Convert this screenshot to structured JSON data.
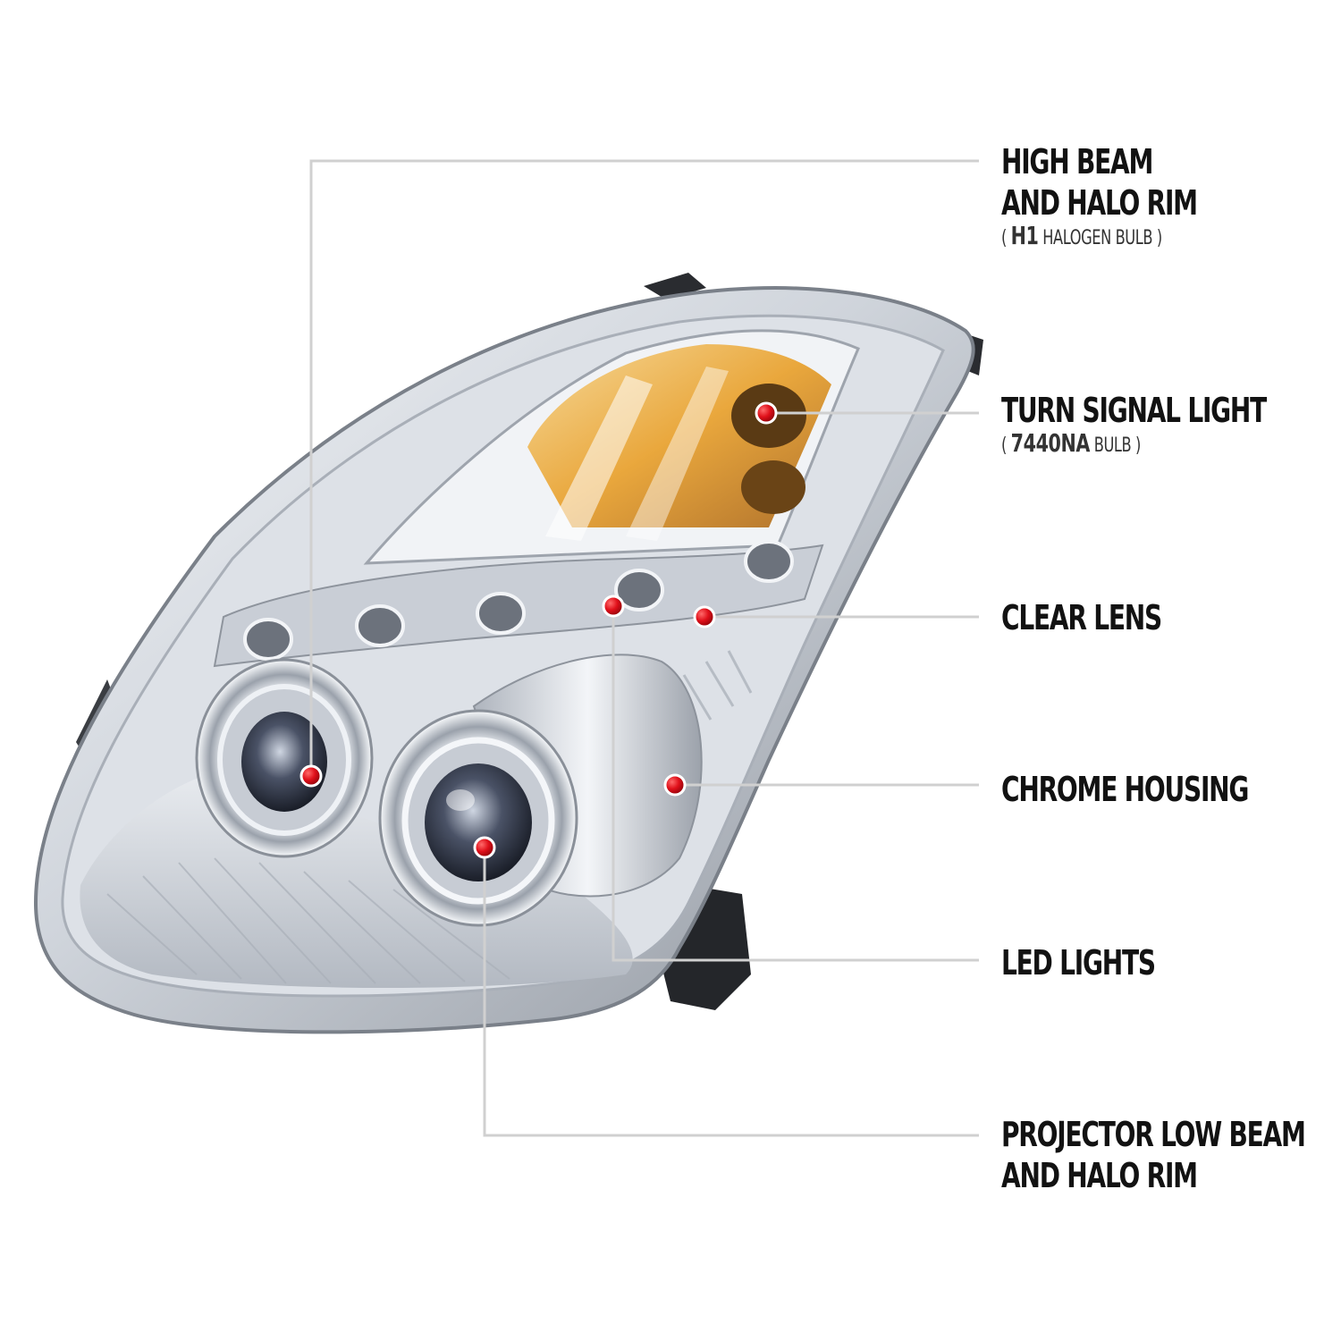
{
  "callouts": {
    "high_beam": {
      "lines": [
        "HIGH BEAM",
        "AND HALO RIM"
      ],
      "sub_open": "( ",
      "sub_code": "H1",
      "sub_text": " HALOGEN BULB )"
    },
    "turn_signal": {
      "lines": [
        "TURN SIGNAL LIGHT"
      ],
      "sub_open": "( ",
      "sub_code": "7440NA",
      "sub_text": "  BULB )"
    },
    "clear_lens": {
      "lines": [
        "CLEAR LENS"
      ]
    },
    "chrome_housing": {
      "lines": [
        "CHROME HOUSING"
      ]
    },
    "led_lights": {
      "lines": [
        "LED LIGHTS"
      ]
    },
    "projector": {
      "lines": [
        "PROJECTOR LOW BEAM",
        "AND HALO RIM"
      ]
    }
  },
  "colors": {
    "marker": "#e0101a",
    "leader_line": "#d0d0d0",
    "text": "#121212",
    "chrome_light": "#e6e9ee",
    "chrome_mid": "#b8bec8",
    "chrome_dark": "#5a606a",
    "amber": "#e89a1c",
    "housing_black": "#2a2c30"
  }
}
